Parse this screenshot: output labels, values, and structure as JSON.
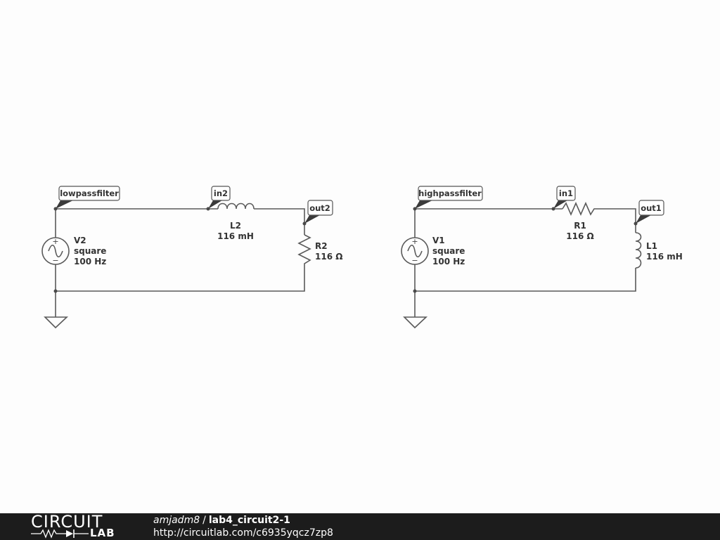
{
  "circuits": {
    "lowpass": {
      "node_labels": {
        "input": "lowpassfilter",
        "mid": "in2",
        "out": "out2"
      },
      "source": {
        "name": "V2",
        "wave": "square",
        "freq": "100 Hz"
      },
      "inductor": {
        "name": "L2",
        "value": "116 mH"
      },
      "resistor": {
        "name": "R2",
        "value": "116 Ω"
      }
    },
    "highpass": {
      "node_labels": {
        "input": "highpassfilter",
        "mid": "in1",
        "out": "out1"
      },
      "source": {
        "name": "V1",
        "wave": "square",
        "freq": "100 Hz"
      },
      "resistor": {
        "name": "R1",
        "value": "116 Ω"
      },
      "inductor": {
        "name": "L1",
        "value": "116 mH"
      }
    }
  },
  "footer": {
    "logo_top": "CIRCUIT",
    "logo_bottom": "LAB",
    "author": "amjadm8",
    "separator": "/",
    "circuit_title": "lab4_circuit2-1",
    "url": "http://circuitlab.com/c6935yqcz7zp8"
  },
  "colors": {
    "wire": "#5a5a5a",
    "footer_background": "#1c1c1c",
    "page_background": "#fdfdfd"
  }
}
